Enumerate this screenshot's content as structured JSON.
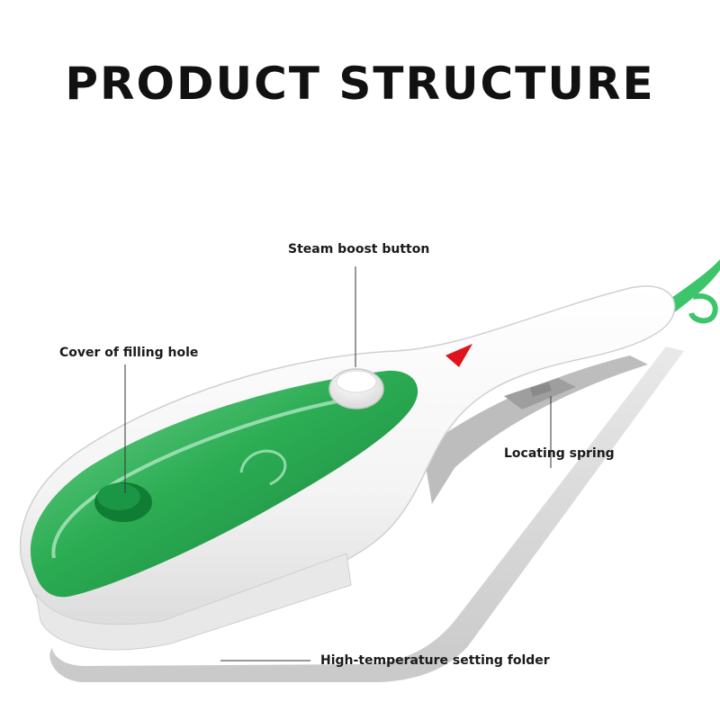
{
  "title": "PRODUCT STRUCTURE",
  "callouts": {
    "steam_boost_button": "Steam boost button",
    "cover_of_filling_hole": "Cover of filling hole",
    "locating_spring": "Locating spring",
    "high_temperature_setting_folder": "High-temperature setting folder"
  },
  "colors": {
    "tank_green": "#1fa64a",
    "tank_dark": "#0f7d33",
    "body_white": "#f7f7f7",
    "body_shadow": "#d9d9d9",
    "indicator_red": "#e0141c",
    "cord_green": "#3cc56a"
  }
}
